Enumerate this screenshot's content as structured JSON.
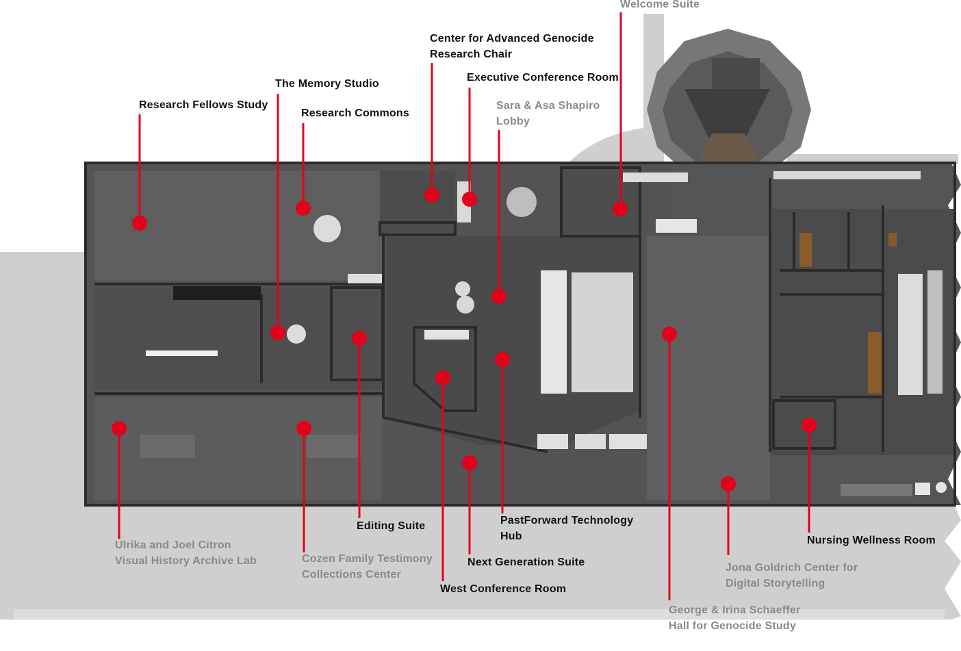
{
  "colors": {
    "accent": "#e3001b",
    "label_primary": "#111111",
    "label_secondary": "#8a8a8a",
    "floor": "#555555",
    "outline": "#cfcfcf"
  },
  "labels": {
    "welcome": {
      "lines": [
        "Welcome Suite"
      ],
      "tone": "secondary"
    },
    "center_chair": {
      "lines": [
        "Center for Advanced Genocide",
        "Research Chair"
      ],
      "tone": "primary"
    },
    "exec_conf": {
      "lines": [
        "Executive Conference Room"
      ],
      "tone": "primary"
    },
    "memory": {
      "lines": [
        "The Memory Studio"
      ],
      "tone": "primary"
    },
    "fellows": {
      "lines": [
        "Research Fellows Study"
      ],
      "tone": "primary"
    },
    "commons": {
      "lines": [
        "Research Commons"
      ],
      "tone": "primary"
    },
    "shapiro": {
      "lines": [
        "Sara & Asa Shapiro",
        "Lobby"
      ],
      "tone": "secondary"
    },
    "editing": {
      "lines": [
        "Editing Suite"
      ],
      "tone": "primary"
    },
    "pastforward": {
      "lines": [
        "PastForward Technology",
        "Hub"
      ],
      "tone": "primary"
    },
    "nursing": {
      "lines": [
        "Nursing Wellness Room"
      ],
      "tone": "primary"
    },
    "citron": {
      "lines": [
        "Ulrika and Joel Citron",
        "Visual History Archive Lab"
      ],
      "tone": "secondary"
    },
    "cozen": {
      "lines": [
        "Cozen Family Testimony",
        "Collections Center"
      ],
      "tone": "secondary"
    },
    "nextgen": {
      "lines": [
        "Next Generation Suite"
      ],
      "tone": "primary"
    },
    "west_conf": {
      "lines": [
        "West Conference Room"
      ],
      "tone": "primary"
    },
    "goldrich": {
      "lines": [
        "Jona Goldrich Center for",
        "Digital Storytelling"
      ],
      "tone": "secondary"
    },
    "schaeffer": {
      "lines": [
        "George & Irina Schaeffer",
        "Hall for Genocide Study"
      ],
      "tone": "secondary"
    }
  }
}
